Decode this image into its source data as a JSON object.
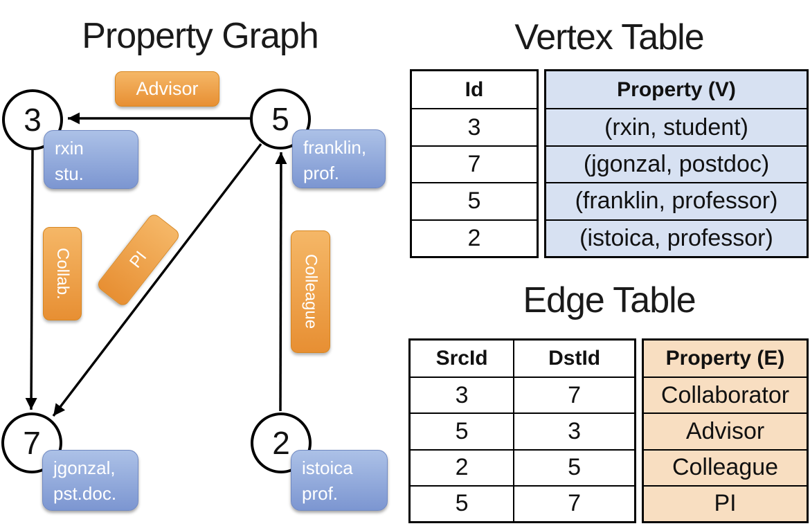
{
  "graph": {
    "title": "Property Graph",
    "nodes": {
      "n3": "3",
      "n5": "5",
      "n7": "7",
      "n2": "2"
    },
    "vertex_boxes": {
      "rxin": {
        "line1": "rxin",
        "line2": "stu."
      },
      "franklin": {
        "line1": "franklin,",
        "line2": "prof."
      },
      "jgonzal": {
        "line1": "jgonzal,",
        "line2": "pst.doc."
      },
      "istoica": {
        "line1": "istoica",
        "line2": "prof."
      }
    },
    "edge_labels": {
      "advisor": "Advisor",
      "collab": "Collab.",
      "pi": "PI",
      "colleague": "Colleague"
    }
  },
  "vertex_table": {
    "title": "Vertex Table",
    "headers": {
      "id": "Id",
      "property": "Property (V)"
    },
    "rows": [
      {
        "id": "3",
        "property": "(rxin, student)"
      },
      {
        "id": "7",
        "property": "(jgonzal, postdoc)"
      },
      {
        "id": "5",
        "property": "(franklin, professor)"
      },
      {
        "id": "2",
        "property": "(istoica, professor)"
      }
    ]
  },
  "edge_table": {
    "title": "Edge Table",
    "headers": {
      "src": "SrcId",
      "dst": "DstId",
      "property": "Property (E)"
    },
    "rows": [
      {
        "src": "3",
        "dst": "7",
        "property": "Collaborator"
      },
      {
        "src": "5",
        "dst": "3",
        "property": "Advisor"
      },
      {
        "src": "2",
        "dst": "5",
        "property": "Colleague"
      },
      {
        "src": "5",
        "dst": "7",
        "property": "PI"
      }
    ]
  },
  "colors": {
    "edge_label_orange": "#E89138",
    "vertex_box_blue": "#7D97D1",
    "table_property_blue": "#D7E1F2",
    "table_property_tan": "#F8DEC1"
  }
}
